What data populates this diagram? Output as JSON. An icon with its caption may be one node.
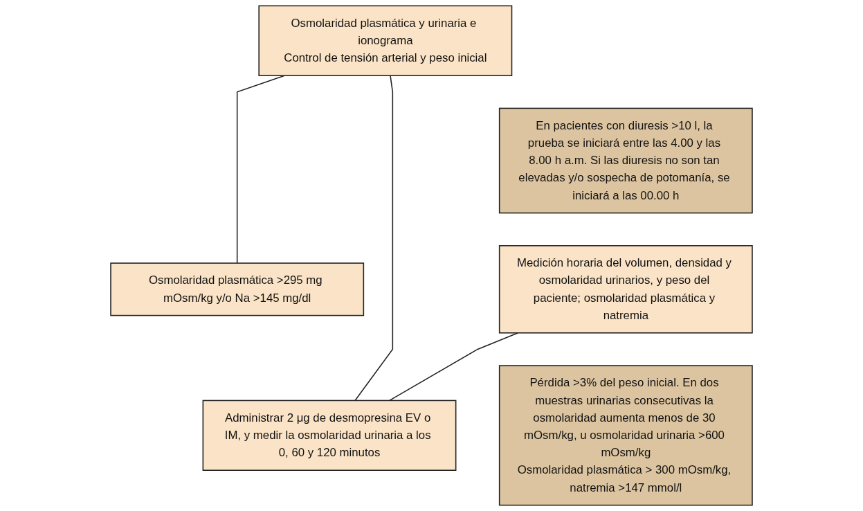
{
  "diagram": {
    "nodes": [
      {
        "text": [
          "Osmolaridad plasmática y urinaria e ionograma",
          "Control de tensión arterial y peso inicial"
        ]
      },
      {
        "text": [
          "En pacientes con diuresis >10 l, la prueba se iniciará entre las 4.00 y las 8.00 h a.m. Si las diuresis no son tan elevadas y/o sospecha de potomanía, se iniciará a las 00.00 h"
        ]
      },
      {
        "text": [
          "Osmolaridad plasmática >295 mg mOsm/kg y/o Na >145 mg/dl"
        ]
      },
      {
        "text": [
          "Medición horaria del volumen, densidad y osmolaridad urinarios, y peso del paciente; osmolaridad plasmática y natremia"
        ]
      },
      {
        "text": [
          "Pérdida >3% del peso inicial. En dos muestras urinarias consecutivas la osmolaridad aumenta menos de 30 mOsm/kg, u osmolaridad urinaria >600 mOsm/kg",
          "Osmolaridad plasmática > 300 mOsm/kg, natremia >147 mmol/l"
        ]
      },
      {
        "text": [
          "Administrar 2 μg de desmopresina EV o IM, y medir la osmolaridad urinaria a los 0, 60 y 120 minutos"
        ]
      }
    ],
    "edges": [
      {
        "from": 0,
        "to": 2,
        "arrow": "none"
      },
      {
        "from": 0,
        "to": 5,
        "arrow": "none"
      },
      {
        "from": 3,
        "to": 5,
        "arrow": "none"
      }
    ]
  }
}
